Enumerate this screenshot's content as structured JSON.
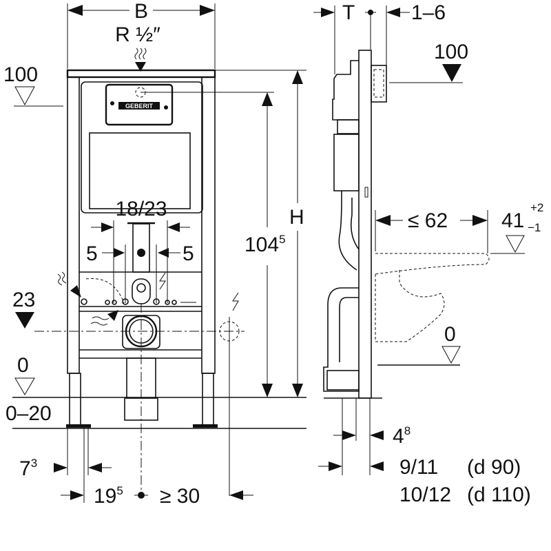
{
  "front_view": {
    "width_label": "B",
    "supply_label": "R ½″",
    "top_level_label": "100",
    "outlet_width_label": "18/23",
    "left_offset_label": "5",
    "right_offset_label": "5",
    "height_label": "H",
    "inlet_height_main": "104",
    "inlet_height_sup": "5",
    "drain_level_label": "23",
    "floor_level_label": "0",
    "floor_range_label": "0–20",
    "foot_offset_main": "7",
    "foot_offset_sup": "3",
    "center_offset_main": "19",
    "center_offset_sup": "5",
    "socket_distance_label": "≥ 30",
    "logo_text": "GEBERIT"
  },
  "side_view": {
    "depth_label": "T",
    "plate_offset_label": "1–6",
    "top_level_label": "100",
    "bowl_projection_label": "≤ 62",
    "seat_height_main": "41",
    "seat_height_tol_plus": "+2",
    "seat_height_tol_minus": "−1",
    "floor_level_label": "0",
    "wall_gap_main": "4",
    "wall_gap_sup": "8",
    "pipe_offset_d90": "9/11",
    "pipe_d90": "(d 90)",
    "pipe_offset_d110": "10/12",
    "pipe_d110": "(d 110)"
  }
}
